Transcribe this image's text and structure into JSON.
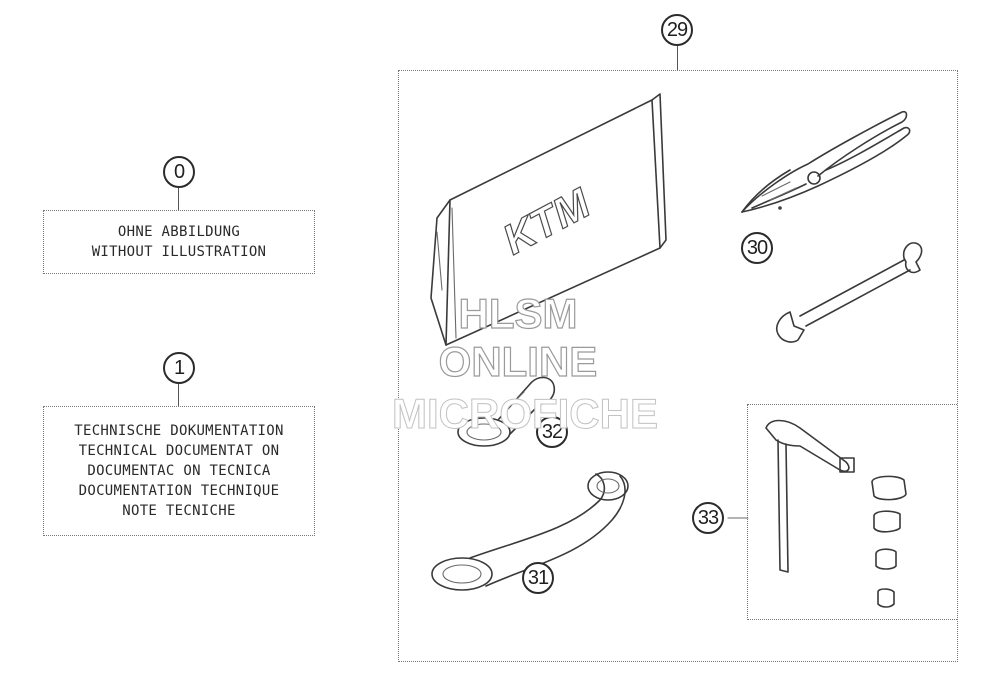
{
  "callouts": {
    "c0": "0",
    "c1": "1",
    "c29": "29",
    "c30": "30",
    "c31": "31",
    "c32": "32",
    "c33": "33"
  },
  "box0": {
    "lines": [
      "OHNE ABBILDUNG",
      "WITHOUT ILLUSTRATION"
    ]
  },
  "box1": {
    "lines": [
      "TECHNISCHE DOKUMENTATION",
      "TECHNICAL DOCUMENTAT ON",
      "DOCUMENTAC ON TECNICA",
      "DOCUMENTATION TECHNIQUE",
      "NOTE TECNICHE"
    ]
  },
  "watermark": {
    "line1": "HLSM",
    "line2": "ONLINE",
    "line3": "MICROFICHE"
  },
  "manual_logo": "KTM"
}
